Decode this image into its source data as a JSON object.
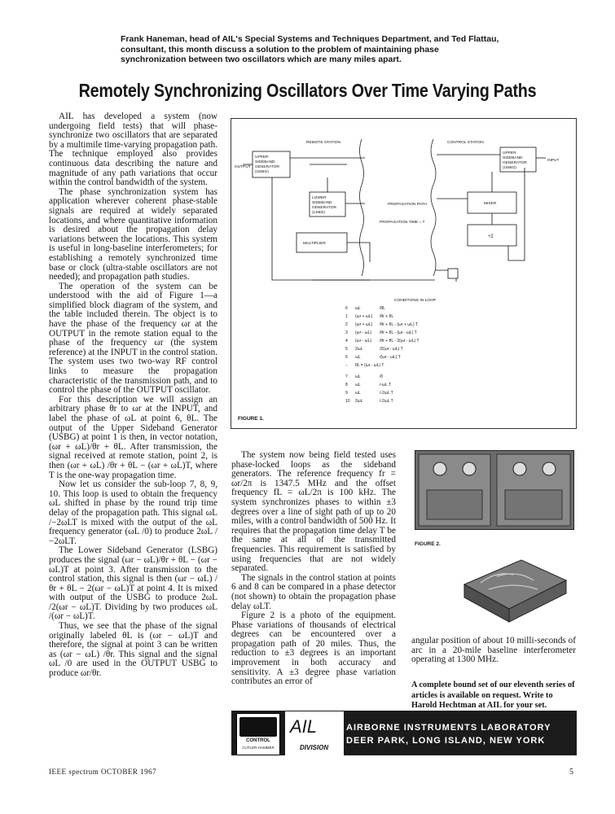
{
  "intro": "Frank Haneman, head of AIL's Special Systems and Techniques Department, and Ted Flattau, consultant, this month discuss a solution to the problem of maintaining phase synchronization between two oscillators which are many miles apart.",
  "headline": "Remotely Synchronizing Oscillators Over Time Varying Paths",
  "column1": [
    "AIL has developed a system (now undergoing field tests) that will phase-synchronize two oscillators that are separated by a multimile time-varying propagation path. The technique employed also provides continuous data describing the nature and magnitude of any path variations that occur within the control bandwidth of the system.",
    "The phase synchronization system has application wherever coherent phase-stable signals are required at widely separated locations, and where quantitative information is desired about the propagation delay variations between the locations. This system is useful in long-baseline interferometers; for establishing a remotely synchronized time base or clock (ultra-stable oscillators are not needed); and propagation path studies.",
    "The operation of the system can be understood with the aid of Figure 1—a simplified block diagram of the system, and the table included therein. The object is to have the phase of the frequency ωr at the OUTPUT in the remote station equal to the phase of the frequency ωr (the system reference) at the INPUT in the control station. The system uses two two-way RF control links to measure the propagation characteristic of the transmission path, and to control the phase of the OUTPUT oscillator.",
    "For this description we will assign an arbitrary phase θr to ωr at the INPUT, and label the phase of ωL at point 6, θL. The output of the Upper Sideband Generator (USBG) at point 1 is then, in vector notation, (ωr + ωL)/θr + θL. After transmission, the signal received at remote station, point 2, is then (ωr + ωL) /θr + θL − (ωr + ωL)T, where T is the one-way propagation time.",
    "Now let us consider the sub-loop 7, 8, 9, 10. This loop is used to obtain the frequency ωL shifted in phase by the round trip time delay of the propagation path. This signal ωL /−2ωLT is mixed with the output of the ωL frequency generator (ωL /0) to produce 2ωL /−2ωLT.",
    "The Lower Sideband Generator (LSBG) produces the signal (ωr − ωL)/θr + θL − (ωr − ωL)T at point 3. After transmission to the control station, this signal is then (ωr − ωL) /θr + θL − 2(ωr − ωL)T at point 4. It is mixed with output of the USBG to produce 2ωL /2(ωr − ωL)T. Dividing by two produces ωL /(ωr − ωL)T.",
    "Thus, we see that the phase of the signal originally labeled θL is (ωr − ωL)T and therefore, the signal at point 3 can be written as (ωr − ωL) /θr. This signal and the signal ωL /0 are used in the OUTPUT USBG to produce ωr/θr."
  ],
  "column2": [
    "The system now being field tested uses phase-locked loops as the sideband generators. The reference frequency fr = ωr/2π is 1347.5 MHz and the offset frequency fL = ωL/2π is 100 kHz. The system synchronizes phases to within ±3 degrees over a line of sight path of up to 20 miles, with a control bandwidth of 500 Hz. It requires that the propagation time delay T be the same at all of the transmitted frequencies. This requirement is satisfied by using frequencies that are not widely separated.",
    "The signals in the control station at points 6 and 8 can be compared in a phase detector (not shown) to obtain the propagation phase delay ωLT.",
    "Figure 2 is a photo of the equipment. Phase variations of thousands of electrical degrees can be encountered over a propagation path of 20 miles. Thus, the reduction to ±3 degrees is an important improvement in both accuracy and sensitivity. A ±3 degree phase variation contributes an error of"
  ],
  "column3": "angular position of about 10 milli-seconds of arc in a 20-mile baseline interferometer operating at 1300 MHz.",
  "note": "A complete bound set of our eleventh series of articles is available on request. Write to Harold Hechtman at AIL for your set.",
  "figure1": {
    "caption": "FIGURE 1.",
    "remote_station": "REMOTE STATION",
    "control_station": "CONTROL STATION",
    "usbg_remote": [
      "UPPER",
      "SIDEBAND",
      "GENERATOR",
      "(USBG)"
    ],
    "lsbg": [
      "LOWER",
      "SIDEBAND",
      "GENERATOR",
      "(LSBG)"
    ],
    "multiplier": "MULTIPLIER",
    "usbg_control": [
      "UPPER",
      "SIDEBAND",
      "GENERATOR",
      "(USBG)"
    ],
    "mixer": "MIXER",
    "divider": "÷2",
    "output_label": "OUTPUT",
    "input_label": "INPUT",
    "propagation_path": "PROPAGATION PATH",
    "propagation_time": "PROPAGATION TIME = T",
    "conditions_title": "CONDITIONS IN LOOP",
    "conditions": [
      [
        "6",
        "ωL",
        "/θL"
      ],
      [
        "1",
        "(ωr + ωL)",
        "/θr + θL"
      ],
      [
        "2",
        "(ωr + ωL)",
        "/θr + θL - (ωr + ωL) T"
      ],
      [
        "3",
        "(ωr - ωL)",
        "/θr + θL - (ωr - ωL) T"
      ],
      [
        "4",
        "(ωr - ωL)",
        "/θr + θL - 2(ωr - ωL) T"
      ],
      [
        "5",
        "2ωL",
        "/2(ωr - ωL) T"
      ],
      [
        "6",
        "ωL",
        "/(ωr - ωL) T"
      ],
      [
        "∴",
        "θL = (ωr - ωL) T",
        ""
      ],
      [
        "7",
        "ωL",
        "/0"
      ],
      [
        "8",
        "ωL",
        "/-ωL T"
      ],
      [
        "9",
        "ωL",
        "/-2ωL T"
      ],
      [
        "10",
        "2ωL",
        "/-2ωL T"
      ]
    ]
  },
  "figure2": {
    "caption": "FIGURE 2."
  },
  "ad": {
    "logo_text": "CONTROL",
    "logo_sub": "CUTLER-HAMMER",
    "ail": "AIL",
    "division": "DIVISION",
    "line1": "AIRBORNE INSTRUMENTS LABORATORY",
    "line2": "DEER PARK, LONG ISLAND, NEW YORK"
  },
  "footer": {
    "left": "IEEE spectrum OCTOBER 1967",
    "page": "5"
  }
}
